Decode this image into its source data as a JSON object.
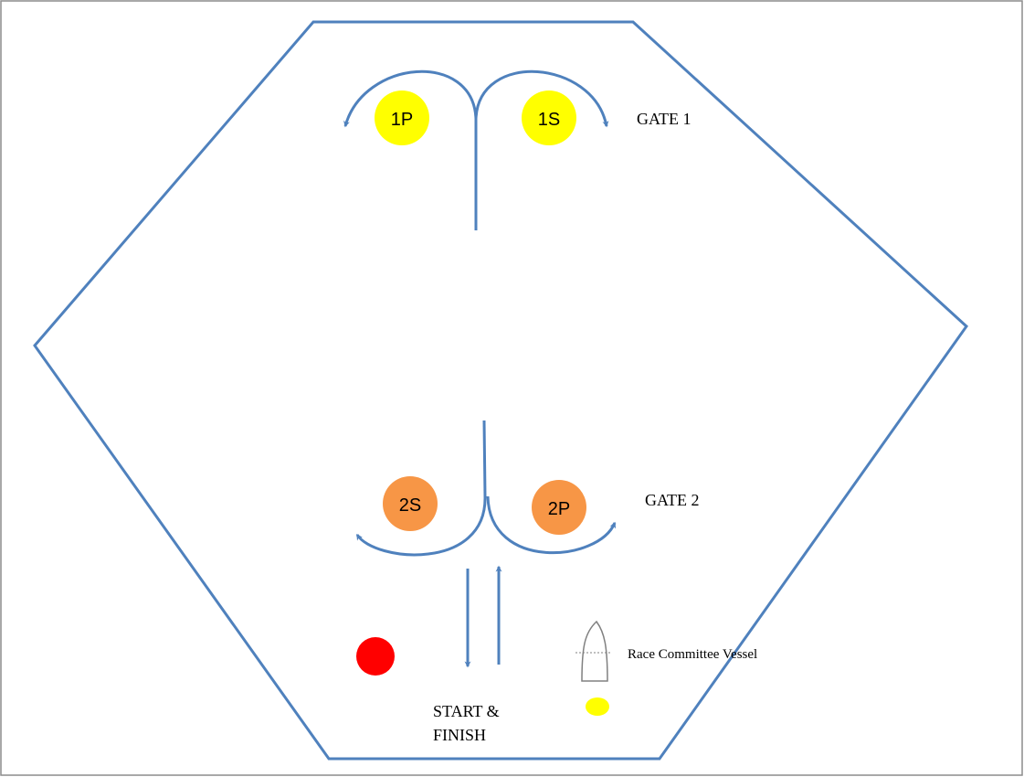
{
  "colors": {
    "outline": "#4f81bd",
    "frame": "#8c8c8c",
    "gate1_marks": "#ffff00",
    "gate2_marks": "#f79646",
    "start_mark": "#ff0000",
    "committee_mark": "#ffff00",
    "vessel_outline": "#808080"
  },
  "gate1": {
    "label": "GATE 1",
    "port_mark": "1P",
    "starboard_mark": "1S"
  },
  "gate2": {
    "label": "GATE 2",
    "starboard_mark": "2S",
    "port_mark": "2P"
  },
  "start_finish": {
    "line1": "START &",
    "line2": "FINISH"
  },
  "committee": {
    "label": "Race Committee Vessel"
  },
  "icons": {
    "vessel": "boat-icon",
    "arrows": "arrow-icon"
  }
}
